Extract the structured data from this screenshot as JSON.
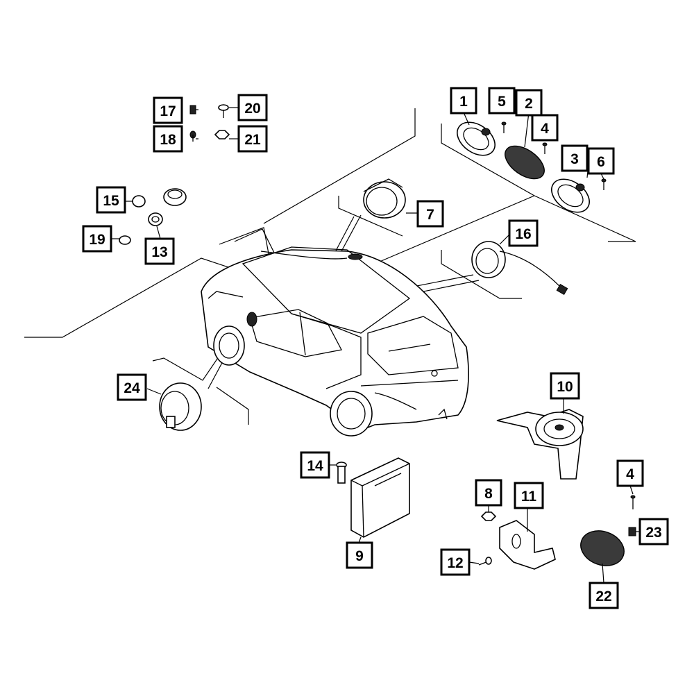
{
  "diagram": {
    "type": "exploded parts diagram",
    "subject": "vehicle audio speakers and amplifier",
    "colors": {
      "line": "#000000",
      "background": "#ffffff",
      "mesh_fill": "#3a3a3a"
    }
  },
  "callouts": {
    "c1": "1",
    "c2": "2",
    "c3": "3",
    "c4a": "4",
    "c4b": "4",
    "c5": "5",
    "c6": "6",
    "c7": "7",
    "c8": "8",
    "c9": "9",
    "c10": "10",
    "c11": "11",
    "c12": "12",
    "c13": "13",
    "c14": "14",
    "c15": "15",
    "c16": "16",
    "c17": "17",
    "c18": "18",
    "c19": "19",
    "c20": "20",
    "c21": "21",
    "c22": "22",
    "c23": "23",
    "c24": "24"
  }
}
